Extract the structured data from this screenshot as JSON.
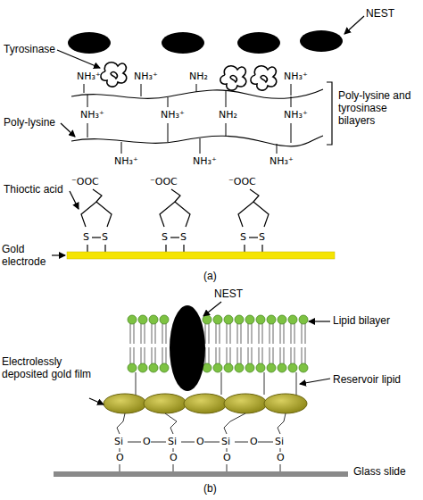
{
  "diagram": {
    "labels": [
      "NEST",
      "Tyrosinase",
      "Poly-lysine and tyrosinase bilayers",
      "Poly-lysine",
      "Thioctic acid",
      "Gold electrode",
      "NH₃⁺",
      "NH₃⁺",
      "NH₂",
      "NH₃⁺",
      "NH₃⁺",
      "NH₃⁺",
      "NH₂",
      "NH₃⁺",
      "NH₃⁺",
      "NH₃⁺",
      "NH₃⁺",
      "⁻OOC",
      "⁻OOC",
      "⁻OOC",
      "S",
      "S",
      "S",
      "S",
      "S",
      "S",
      "(a)",
      "NEST",
      "Lipid bilayer",
      "Electrolessly deposited gold film",
      "Reservoir lipid",
      "Glass slide",
      "Si",
      "Si",
      "Si",
      "Si",
      "O",
      "O",
      "O",
      "O",
      "O",
      "O",
      "O",
      "(b)"
    ]
  }
}
